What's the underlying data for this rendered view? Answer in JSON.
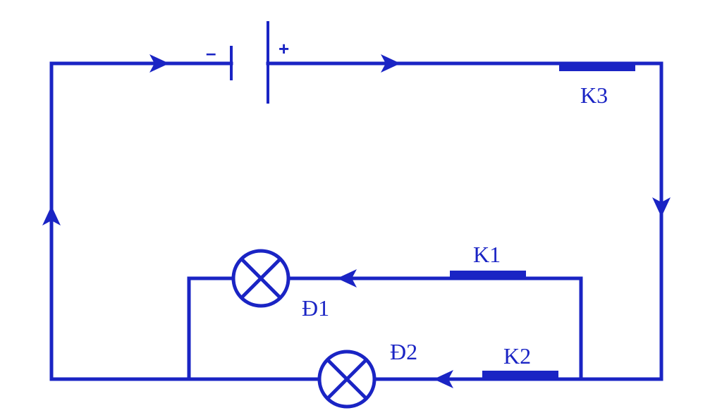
{
  "diagram": {
    "color": "#1a24c4",
    "battery": {
      "minus": "–",
      "plus": "+"
    },
    "switches": {
      "k1": "K1",
      "k2": "K2",
      "k3": "K3"
    },
    "lamps": {
      "d1": "Đ1",
      "d2": "Đ2"
    }
  }
}
